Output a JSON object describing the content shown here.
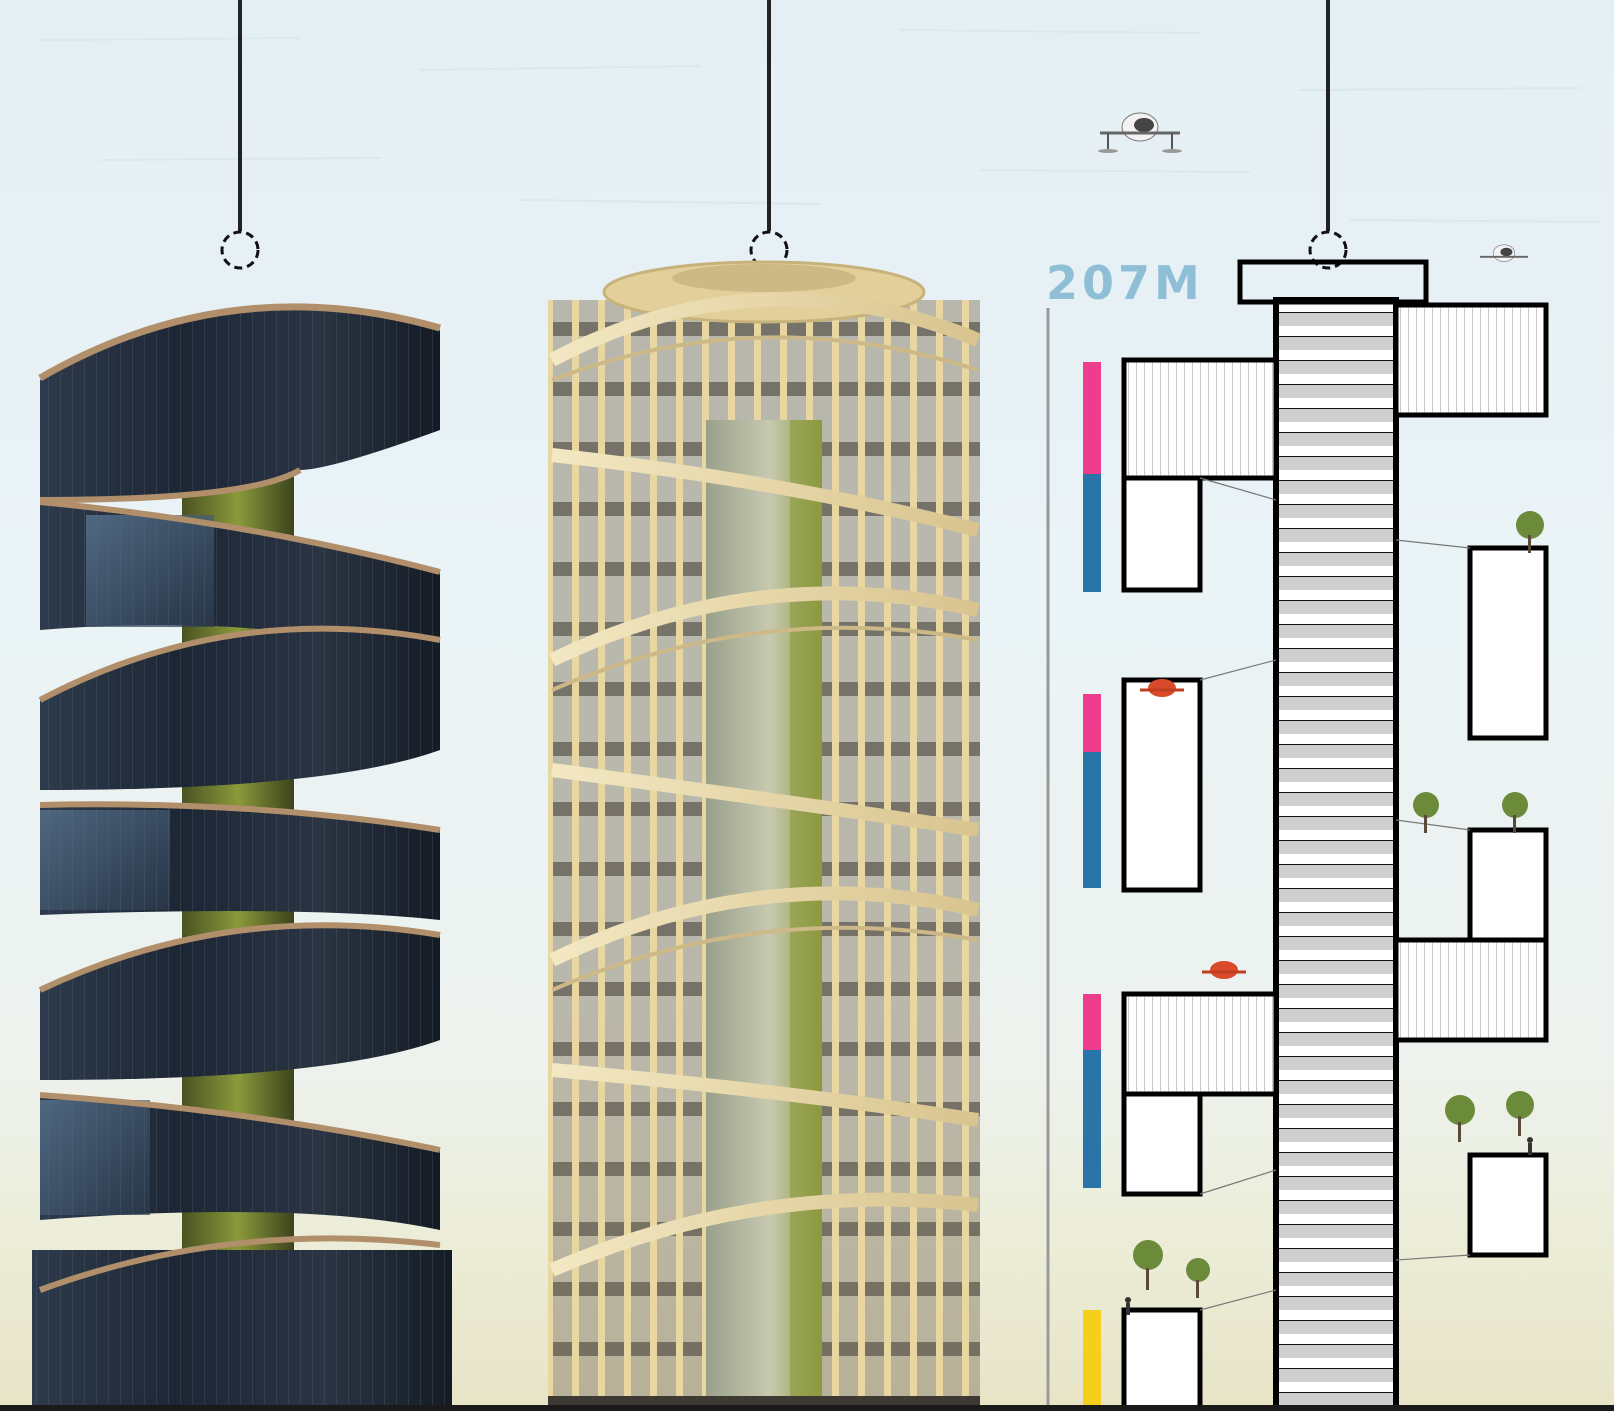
{
  "height_label": "207M",
  "colors": {
    "sky": "#e4eff4",
    "dark_glass": "#1f2a38",
    "timber": "#e6d6a8",
    "core": "#8a9a3a",
    "magenta": "#ee3d8c",
    "blue": "#2a75a8",
    "yellow": "#f5d01a",
    "scale_text": "#8fbfd6"
  },
  "icons": [
    "drone-icon",
    "tree-icon",
    "person-icon",
    "marker-icon"
  ],
  "elevation_bar": {
    "segments": [
      {
        "color": "magenta"
      },
      {
        "color": "blue"
      },
      {
        "color": "magenta"
      },
      {
        "color": "blue"
      },
      {
        "color": "magenta"
      },
      {
        "color": "blue"
      },
      {
        "color": "yellow"
      }
    ]
  }
}
